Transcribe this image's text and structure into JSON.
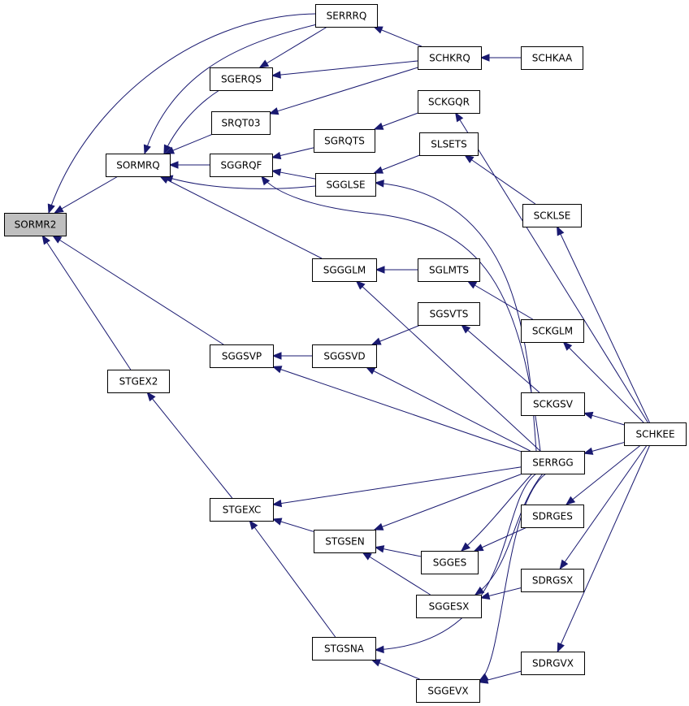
{
  "colors": {
    "edge": "#191970",
    "node_border": "#000000",
    "root_fill": "#bfbfbf",
    "node_fill": "#ffffff"
  },
  "nodes": [
    {
      "id": "SORMR2",
      "label": "SORMR2",
      "root": true
    },
    {
      "id": "SORMRQ",
      "label": "SORMRQ"
    },
    {
      "id": "STGEX2",
      "label": "STGEX2"
    },
    {
      "id": "SGGSVP",
      "label": "SGGSVP"
    },
    {
      "id": "SERRRQ",
      "label": "SERRRQ"
    },
    {
      "id": "SGERQS",
      "label": "SGERQS"
    },
    {
      "id": "SRQT03",
      "label": "SRQT03"
    },
    {
      "id": "SGGRQF",
      "label": "SGGRQF"
    },
    {
      "id": "SGGGLM",
      "label": "SGGGLM"
    },
    {
      "id": "SGGLSE",
      "label": "SGGLSE"
    },
    {
      "id": "SGRQTS",
      "label": "SGRQTS"
    },
    {
      "id": "SGGSVD",
      "label": "SGGSVD"
    },
    {
      "id": "STGEXC",
      "label": "STGEXC"
    },
    {
      "id": "STGSEN",
      "label": "STGSEN"
    },
    {
      "id": "STGSNA",
      "label": "STGSNA"
    },
    {
      "id": "SCHKRQ",
      "label": "SCHKRQ"
    },
    {
      "id": "SCKGQR",
      "label": "SCKGQR"
    },
    {
      "id": "SLSETS",
      "label": "SLSETS"
    },
    {
      "id": "SGLMTS",
      "label": "SGLMTS"
    },
    {
      "id": "SGSVTS",
      "label": "SGSVTS"
    },
    {
      "id": "SGGES",
      "label": "SGGES"
    },
    {
      "id": "SGGESX",
      "label": "SGGESX"
    },
    {
      "id": "SGGEVX",
      "label": "SGGEVX"
    },
    {
      "id": "SCHKAA",
      "label": "SCHKAA"
    },
    {
      "id": "SCKLSE",
      "label": "SCKLSE"
    },
    {
      "id": "SCKGLM",
      "label": "SCKGLM"
    },
    {
      "id": "SCKGSV",
      "label": "SCKGSV"
    },
    {
      "id": "SERRGG",
      "label": "SERRGG"
    },
    {
      "id": "SDRGES",
      "label": "SDRGES"
    },
    {
      "id": "SDRGSX",
      "label": "SDRGSX"
    },
    {
      "id": "SDRGVX",
      "label": "SDRGVX"
    },
    {
      "id": "SCHKEE",
      "label": "SCHKEE"
    }
  ],
  "edges": [
    {
      "from": "SORMRQ",
      "to": "SORMR2"
    },
    {
      "from": "SERRRQ",
      "to": "SORMR2"
    },
    {
      "from": "SGGSVP",
      "to": "SORMR2"
    },
    {
      "from": "STGEX2",
      "to": "SORMR2"
    },
    {
      "from": "SERRRQ",
      "to": "SORMRQ"
    },
    {
      "from": "SGERQS",
      "to": "SORMRQ"
    },
    {
      "from": "SRQT03",
      "to": "SORMRQ"
    },
    {
      "from": "SGGRQF",
      "to": "SORMRQ"
    },
    {
      "from": "SGGLSE",
      "to": "SORMRQ"
    },
    {
      "from": "SGGGLM",
      "to": "SORMRQ"
    },
    {
      "from": "SCHKRQ",
      "to": "SERRRQ"
    },
    {
      "from": "SERRRQ",
      "to": "SGERQS"
    },
    {
      "from": "SCHKRQ",
      "to": "SGERQS"
    },
    {
      "from": "SCHKRQ",
      "to": "SRQT03"
    },
    {
      "from": "SCHKAA",
      "to": "SCHKRQ"
    },
    {
      "from": "SGRQTS",
      "to": "SGGRQF"
    },
    {
      "from": "SGGLSE",
      "to": "SGGRQF"
    },
    {
      "from": "SERRGG",
      "to": "SGGRQF"
    },
    {
      "from": "SCKGQR",
      "to": "SGRQTS"
    },
    {
      "from": "SCHKEE",
      "to": "SCKGQR"
    },
    {
      "from": "SLSETS",
      "to": "SGGLSE"
    },
    {
      "from": "SERRGG",
      "to": "SGGLSE"
    },
    {
      "from": "SCKLSE",
      "to": "SLSETS"
    },
    {
      "from": "SCHKEE",
      "to": "SCKLSE"
    },
    {
      "from": "SGLMTS",
      "to": "SGGGLM"
    },
    {
      "from": "SERRGG",
      "to": "SGGGLM"
    },
    {
      "from": "SCKGLM",
      "to": "SGLMTS"
    },
    {
      "from": "SCHKEE",
      "to": "SCKGLM"
    },
    {
      "from": "SGGSVD",
      "to": "SGGSVP"
    },
    {
      "from": "SERRGG",
      "to": "SGGSVP"
    },
    {
      "from": "SGSVTS",
      "to": "SGGSVD"
    },
    {
      "from": "SERRGG",
      "to": "SGGSVD"
    },
    {
      "from": "SCKGSV",
      "to": "SGSVTS"
    },
    {
      "from": "SCHKEE",
      "to": "SCKGSV"
    },
    {
      "from": "SCHKEE",
      "to": "SERRGG"
    },
    {
      "from": "STGEXC",
      "to": "STGEX2"
    },
    {
      "from": "SERRGG",
      "to": "STGEXC"
    },
    {
      "from": "STGSEN",
      "to": "STGEXC"
    },
    {
      "from": "STGSNA",
      "to": "STGEXC"
    },
    {
      "from": "SERRGG",
      "to": "STGSEN"
    },
    {
      "from": "SGGES",
      "to": "STGSEN"
    },
    {
      "from": "SGGESX",
      "to": "STGSEN"
    },
    {
      "from": "SERRGG",
      "to": "SGGES"
    },
    {
      "from": "SDRGES",
      "to": "SGGES"
    },
    {
      "from": "SERRGG",
      "to": "SGGESX"
    },
    {
      "from": "SDRGSX",
      "to": "SGGESX"
    },
    {
      "from": "SERRGG",
      "to": "STGSNA"
    },
    {
      "from": "SGGEVX",
      "to": "STGSNA"
    },
    {
      "from": "SERRGG",
      "to": "SGGEVX"
    },
    {
      "from": "SDRGVX",
      "to": "SGGEVX"
    },
    {
      "from": "SCHKEE",
      "to": "SDRGES"
    },
    {
      "from": "SCHKEE",
      "to": "SDRGSX"
    },
    {
      "from": "SCHKEE",
      "to": "SDRGVX"
    }
  ]
}
